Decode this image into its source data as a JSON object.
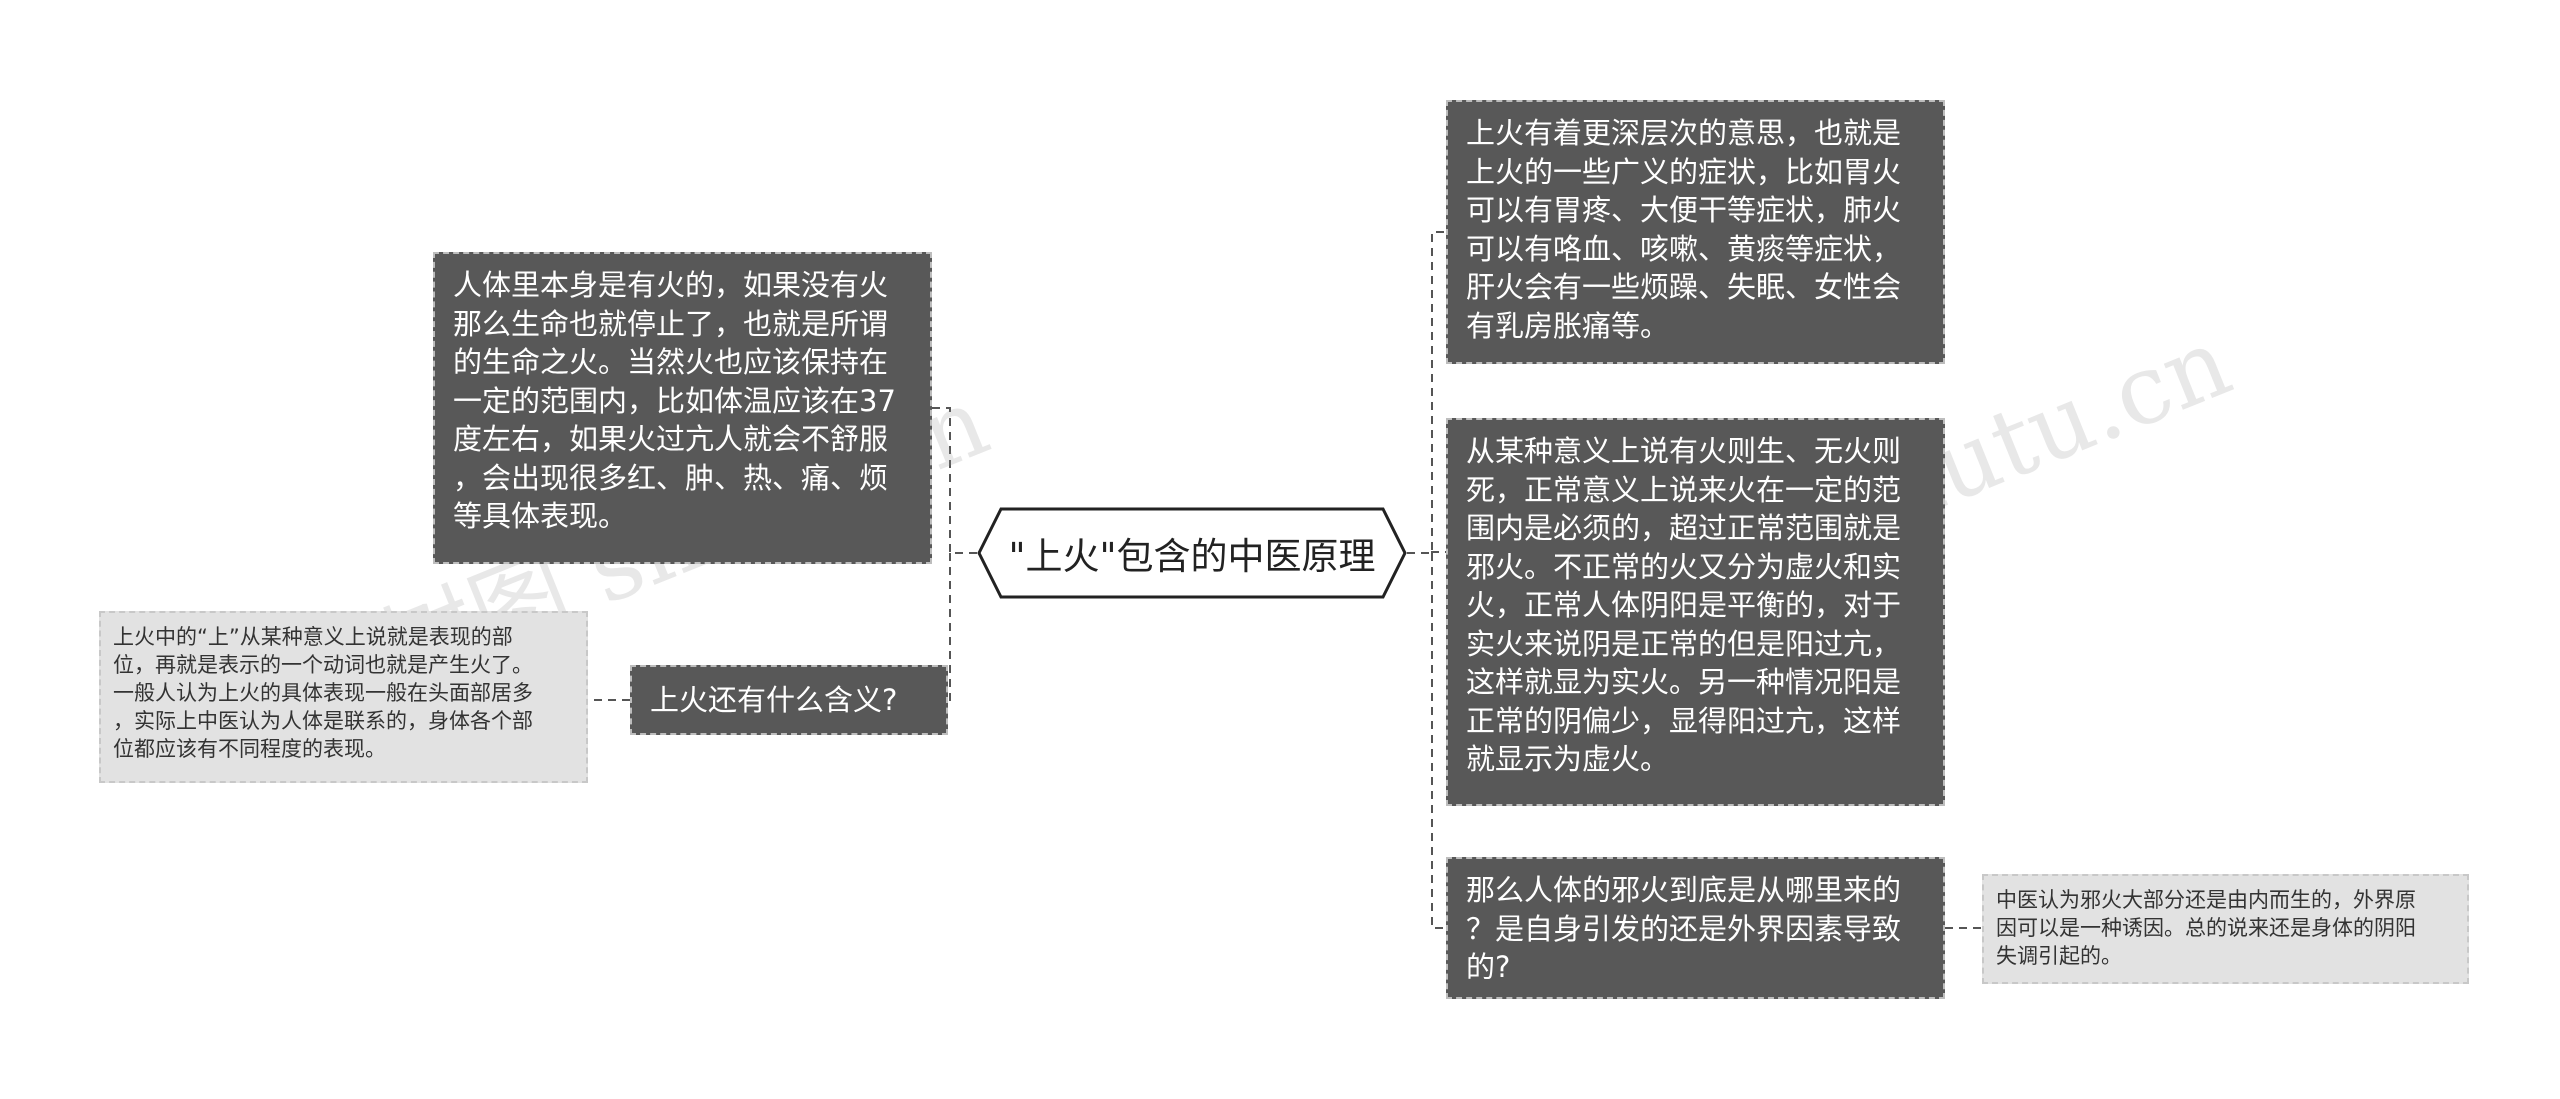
{
  "center": {
    "label": "\"上火\"包含的中医原理"
  },
  "left": {
    "node1": "人体里本身是有火的，如果没有火\n那么生命也就停止了，也就是所谓\n的生命之火。当然火也应该保持在\n一定的范围内，比如体温应该在37\n度左右，如果火过亢人就会不舒服\n，会出现很多红、肿、热、痛、烦\n等具体表现。",
    "node2": "上火还有什么含义?",
    "node2_child": "上火中的“上”从某种意义上说就是表现的部\n位，再就是表示的一个动词也就是产生火了。\n一般人认为上火的具体表现一般在头面部居多\n，实际上中医认为人体是联系的，身体各个部\n位都应该有不同程度的表现。"
  },
  "right": {
    "node1": "上火有着更深层次的意思，也就是\n上火的一些广义的症状，比如胃火\n可以有胃疼、大便干等症状，肺火\n可以有咯血、咳嗽、黄痰等症状，\n肝火会有一些烦躁、失眠、女性会\n有乳房胀痛等。",
    "node2": "从某种意义上说有火则生、无火则\n死，正常意义上说来火在一定的范\n围内是必须的，超过正常范围就是\n邪火。不正常的火又分为虚火和实\n火，正常人体阴阳是平衡的，对于\n实火来说阴是正常的但是阳过亢，\n这样就显为实火。另一种情况阳是\n正常的阴偏少，显得阳过亢，这样\n就显示为虚火。",
    "node3": "那么人体的邪火到底是从哪里来的\n？是自身引发的还是外界因素导致\n的?",
    "node3_child": "中医认为邪火大部分还是由内而生的，外界原\n因可以是一种诱因。总的说来还是身体的阴阳\n失调引起的。"
  },
  "watermark": {
    "left": "树图 shutu.cn",
    "right": "shutu.cn"
  },
  "colors": {
    "dark_node": "#585858",
    "light_node": "#e2e2e2",
    "line": "#555555"
  }
}
